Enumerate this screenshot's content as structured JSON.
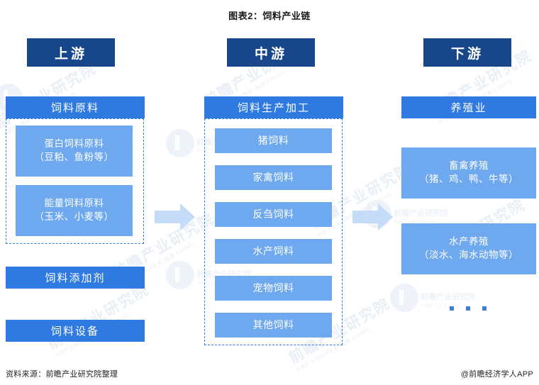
{
  "title": "图表2：饲料产业链",
  "stages": [
    {
      "key": "upstream",
      "label": "上游"
    },
    {
      "key": "midstream",
      "label": "中游"
    },
    {
      "key": "downstream",
      "label": "下游"
    }
  ],
  "upstream": {
    "section_header": "饲料原料",
    "items": [
      {
        "line1": "蛋白饲料原料",
        "line2": "（豆粕、鱼粉等）"
      },
      {
        "line1": "能量饲料原料",
        "line2": "（玉米、小麦等）"
      }
    ],
    "extra_blocks": [
      {
        "label": "饲料添加剂"
      },
      {
        "label": "饲料设备"
      }
    ]
  },
  "midstream": {
    "section_header": "饲料生产加工",
    "items": [
      {
        "line1": "猪饲料"
      },
      {
        "line1": "家禽饲料"
      },
      {
        "line1": "反刍饲料"
      },
      {
        "line1": "水产饲料"
      },
      {
        "line1": "宠物饲料"
      },
      {
        "line1": "其他饲料"
      }
    ]
  },
  "downstream": {
    "section_header": "养殖业",
    "items": [
      {
        "line1": "畜禽养殖",
        "line2": "（猪、鸡、鸭、牛等）"
      },
      {
        "line1": "水产养殖",
        "line2": "（淡水、海水动物等）"
      }
    ],
    "ellipsis": "···"
  },
  "arrows": [
    {
      "name": "arrow-upstream-to-midstream"
    },
    {
      "name": "arrow-midstream-to-downstream"
    }
  ],
  "footer": {
    "source": "资料来源：前瞻产业研究院整理",
    "attribution": "@前瞻经济学人APP"
  },
  "watermark": {
    "brand": "前瞻产业研究院",
    "sub": "中国产业咨询领导者",
    "code": "(股票:839599)"
  },
  "colors": {
    "stage_header_bg": "#17478a",
    "section_header_bg": "#2f7ae0",
    "item_bg": "#6ea8ee",
    "arrow_fill": "#c5dcf8",
    "dashed_border": "#2f7ae0",
    "dot": "#3f7fd6",
    "text_on_blue": "#ffffff",
    "title_text": "#1a1a1a"
  }
}
